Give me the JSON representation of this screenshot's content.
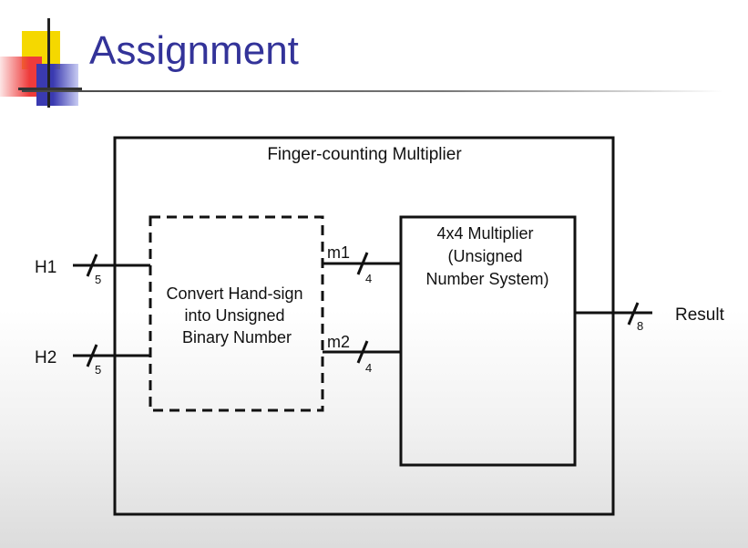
{
  "slide": {
    "title": "Assignment"
  },
  "diagram": {
    "outer_label": "Finger-counting Multiplier",
    "converter_label_lines": [
      "Convert Hand-sign",
      "into Unsigned",
      "Binary Number"
    ],
    "multiplier_label_lines": [
      "4x4 Multiplier",
      "(Unsigned",
      "Number System)"
    ],
    "inputs": [
      {
        "name": "H1",
        "width": "5"
      },
      {
        "name": "H2",
        "width": "5"
      }
    ],
    "internal": [
      {
        "name": "m1",
        "width": "4"
      },
      {
        "name": "m2",
        "width": "4"
      }
    ],
    "output": {
      "name": "Result",
      "width": "8"
    }
  },
  "colors": {
    "title": "#333399",
    "deco_yellow": "#f5d800",
    "deco_red": "#ee3b3b",
    "deco_blue": "#3a3ab0"
  }
}
